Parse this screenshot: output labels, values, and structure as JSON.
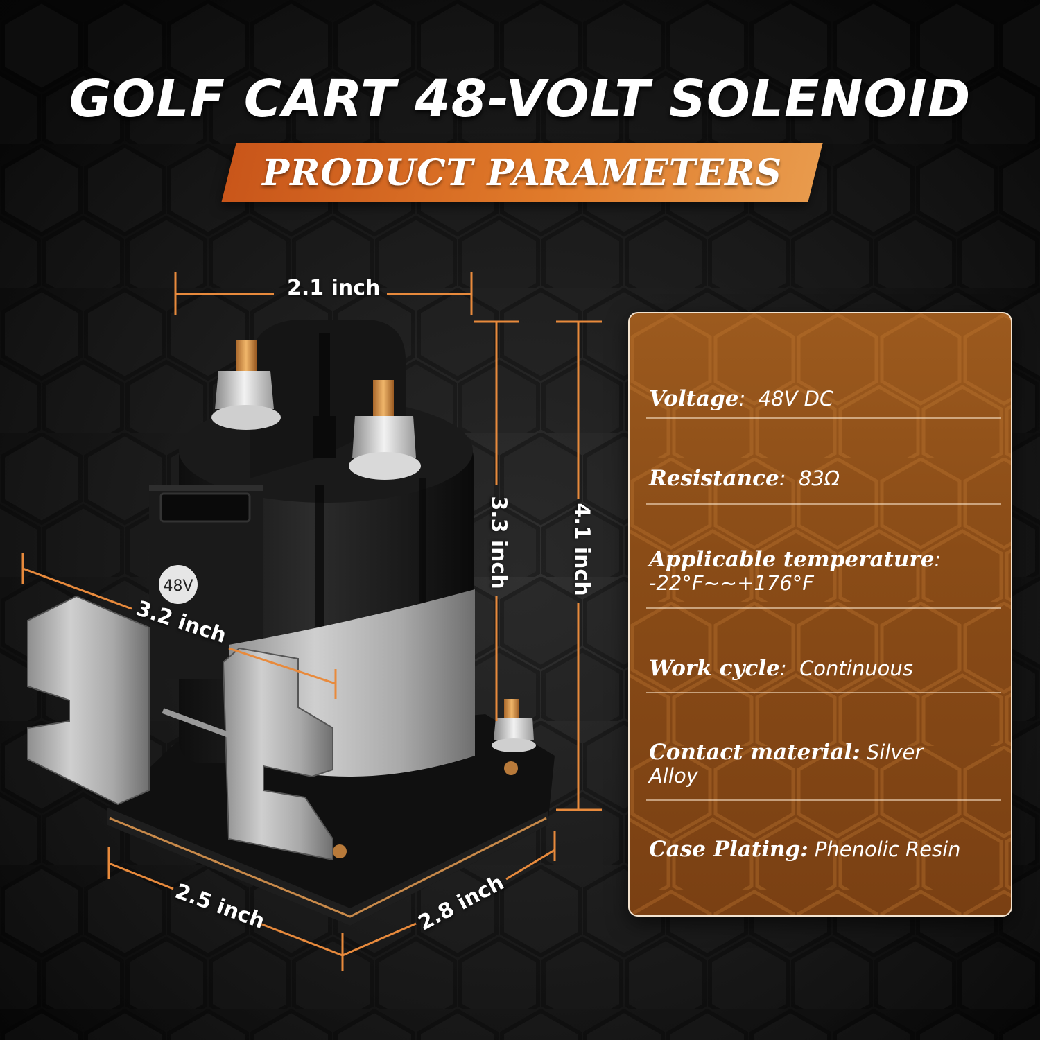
{
  "title": "GOLF CART 48-VOLT SOLENOID",
  "banner": "PRODUCT PARAMETERS",
  "badge": "48V",
  "dimensions": {
    "width_top": "2.1 inch",
    "height_body": "3.3 inch",
    "height_total": "4.1 inch",
    "bracket": "3.2 inch",
    "base_left": "2.5 inch",
    "base_right": "2.8 inch"
  },
  "params": [
    {
      "key": "Voltage",
      "sep": ":",
      "value": "48V DC"
    },
    {
      "key": "Resistance",
      "sep": ":",
      "value": "83Ω"
    },
    {
      "key": "Applicable temperature",
      "sep": ":",
      "value": "-22°F~~+176°F"
    },
    {
      "key": "Work cycle",
      "sep": ":",
      "value": "Continuous"
    },
    {
      "key": "Contact material:",
      "sep": "",
      "value": "Silver Alloy"
    },
    {
      "key": "Case Plating:",
      "sep": "",
      "value": "Phenolic Resin"
    }
  ],
  "colors": {
    "accent": "#e07a2a",
    "panel": "#8a4c17",
    "background": "#161616"
  }
}
